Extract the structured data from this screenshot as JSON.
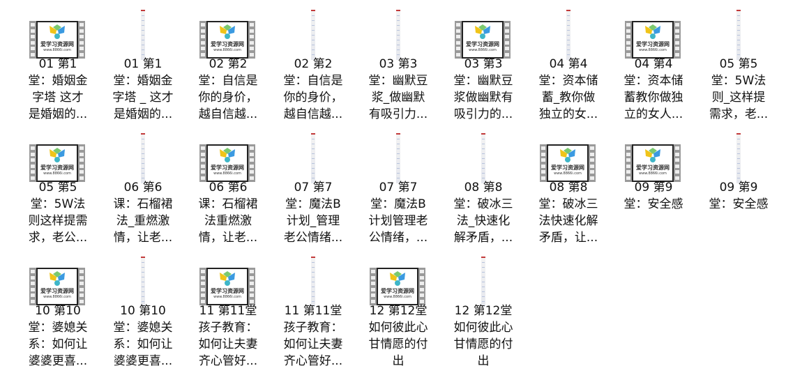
{
  "thumbnail_text": {
    "logo": "爱学习资源网",
    "url": "www.8866i.com"
  },
  "items": [
    {
      "type": "video",
      "lines": [
        "01 第1",
        "堂：婚姻金",
        "字塔  这才",
        "是婚姻的..."
      ]
    },
    {
      "type": "document",
      "lines": [
        "01 第1",
        "堂：婚姻金",
        "字塔 _ 这才",
        "是婚姻的..."
      ]
    },
    {
      "type": "video",
      "lines": [
        "02 第2",
        "堂：自信是",
        "你的身价，",
        "越自信越..."
      ]
    },
    {
      "type": "document",
      "lines": [
        "02 第2",
        "堂：自信是",
        "你的身价，",
        "越自信越..."
      ]
    },
    {
      "type": "document",
      "lines": [
        "03 第3",
        "堂：幽默豆",
        "浆_做幽默",
        "有吸引力..."
      ]
    },
    {
      "type": "video",
      "lines": [
        "03 第3",
        "堂：幽默豆",
        "浆做幽默有",
        "吸引力的..."
      ]
    },
    {
      "type": "document",
      "lines": [
        "04 第4",
        "堂：资本储",
        "蓄_教你做",
        "独立的女..."
      ]
    },
    {
      "type": "video",
      "lines": [
        "04 第4",
        "堂：资本储",
        "蓄教你做独",
        "立的女人..."
      ]
    },
    {
      "type": "document",
      "lines": [
        "05 第5",
        "堂：5W法",
        "则_这样提",
        "需求，老..."
      ]
    },
    {
      "type": "video",
      "lines": [
        "05 第5",
        "堂：5W法",
        "则这样提需",
        "求，老公..."
      ]
    },
    {
      "type": "document",
      "lines": [
        "06 第6",
        "课：石榴裙",
        "法_重燃激",
        "情，让老..."
      ]
    },
    {
      "type": "video",
      "lines": [
        "06 第6",
        "课：石榴裙",
        "法重燃激",
        "情，让老..."
      ]
    },
    {
      "type": "document",
      "lines": [
        "07 第7",
        "堂：魔法B",
        "计划_管理",
        "老公情绪..."
      ]
    },
    {
      "type": "document",
      "lines": [
        "07 第7",
        "堂：魔法B",
        "计划管理老",
        "公情绪，..."
      ]
    },
    {
      "type": "document",
      "lines": [
        "08 第8",
        "堂：破冰三",
        "法_快速化",
        "解矛盾，..."
      ]
    },
    {
      "type": "video",
      "lines": [
        "08 第8",
        "堂：破冰三",
        "法快速化解",
        "矛盾，让..."
      ]
    },
    {
      "type": "video",
      "lines": [
        "09 第9",
        "堂：安全感"
      ]
    },
    {
      "type": "document",
      "lines": [
        "09 第9",
        "堂：安全感"
      ]
    },
    {
      "type": "video",
      "lines": [
        "10 第10",
        "堂：婆媳关",
        "系：如何让",
        "婆婆更喜..."
      ]
    },
    {
      "type": "document",
      "lines": [
        "10 第10",
        "堂：婆媳关",
        "系：如何让",
        "婆婆更喜..."
      ]
    },
    {
      "type": "video",
      "lines": [
        "11 第11堂",
        "孩子教育：",
        "如何让夫妻",
        "齐心管好..."
      ]
    },
    {
      "type": "document",
      "lines": [
        "11 第11堂",
        "孩子教育：",
        "如何让夫妻",
        "齐心管好..."
      ]
    },
    {
      "type": "video",
      "lines": [
        "12 第12堂",
        "如何彼此心",
        "甘情愿的付",
        "出"
      ]
    },
    {
      "type": "document",
      "lines": [
        "12 第12堂",
        "如何彼此心",
        "甘情愿的付",
        "出"
      ]
    }
  ]
}
